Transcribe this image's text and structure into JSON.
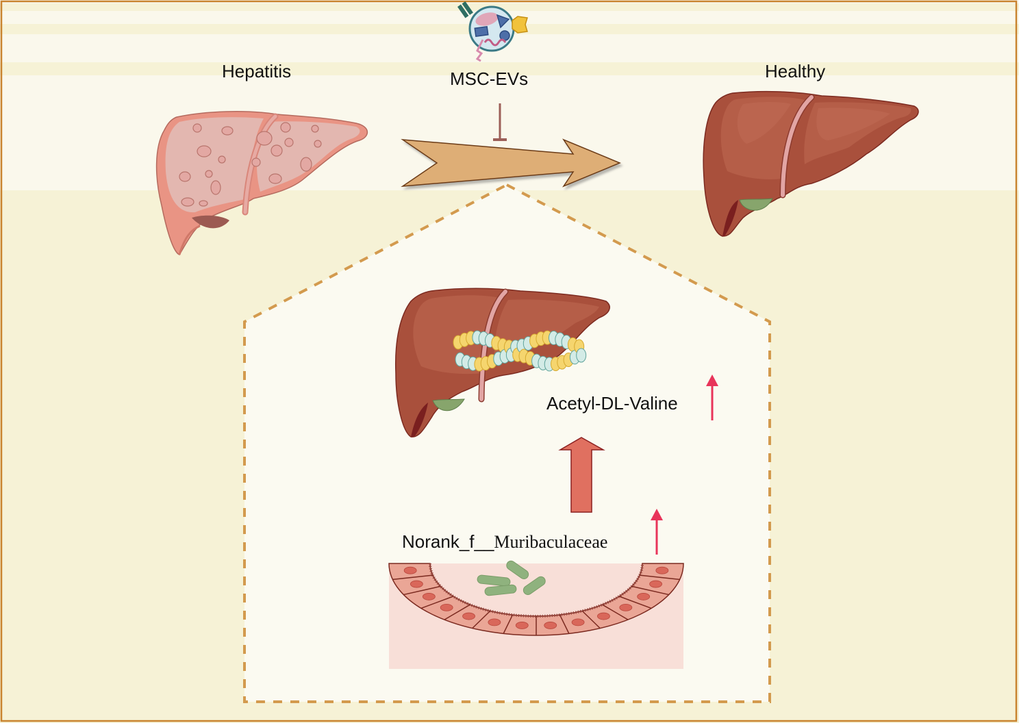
{
  "figure": {
    "labels": {
      "hepatitis": "Hepatitis",
      "treatment": "MSC-EVs",
      "healthy": "Healthy",
      "metabolite": "Acetyl-DL-Valine",
      "bacteria_prefix": "Norank_f__",
      "bacteria_name": "Muribaculaceae"
    },
    "relations": [
      {
        "from": "Hepatitis",
        "to": "Healthy",
        "type": "transition-arrow"
      },
      {
        "from": "MSC-EVs",
        "to": "transition-arrow",
        "type": "inhibition"
      },
      {
        "from": "Norank_f__Muribaculaceae",
        "to": "Acetyl-DL-Valine",
        "type": "promotes"
      }
    ],
    "changes": [
      {
        "item": "Acetyl-DL-Valine",
        "direction": "up"
      },
      {
        "item": "Norank_f__Muribaculaceae",
        "direction": "up"
      }
    ],
    "icons": {
      "ev": "extracellular-vesicle-icon",
      "diseased_liver": "hepatitis-liver-icon",
      "healthy_liver": "healthy-liver-icon",
      "liver_with_metabolites": "liver-metabolite-icon",
      "gut": "intestinal-epithelium-icon",
      "bacteria": "bacteria-icon"
    },
    "colors": {
      "frame": "#c9842f",
      "band_light": "#faf8ec",
      "band_dark": "#f6f2d6",
      "main_arrow": "#deae76",
      "up_arrow": "#e8345a",
      "promote_arrow": "#e07060",
      "dashed_outline": "#d39a4e"
    }
  }
}
